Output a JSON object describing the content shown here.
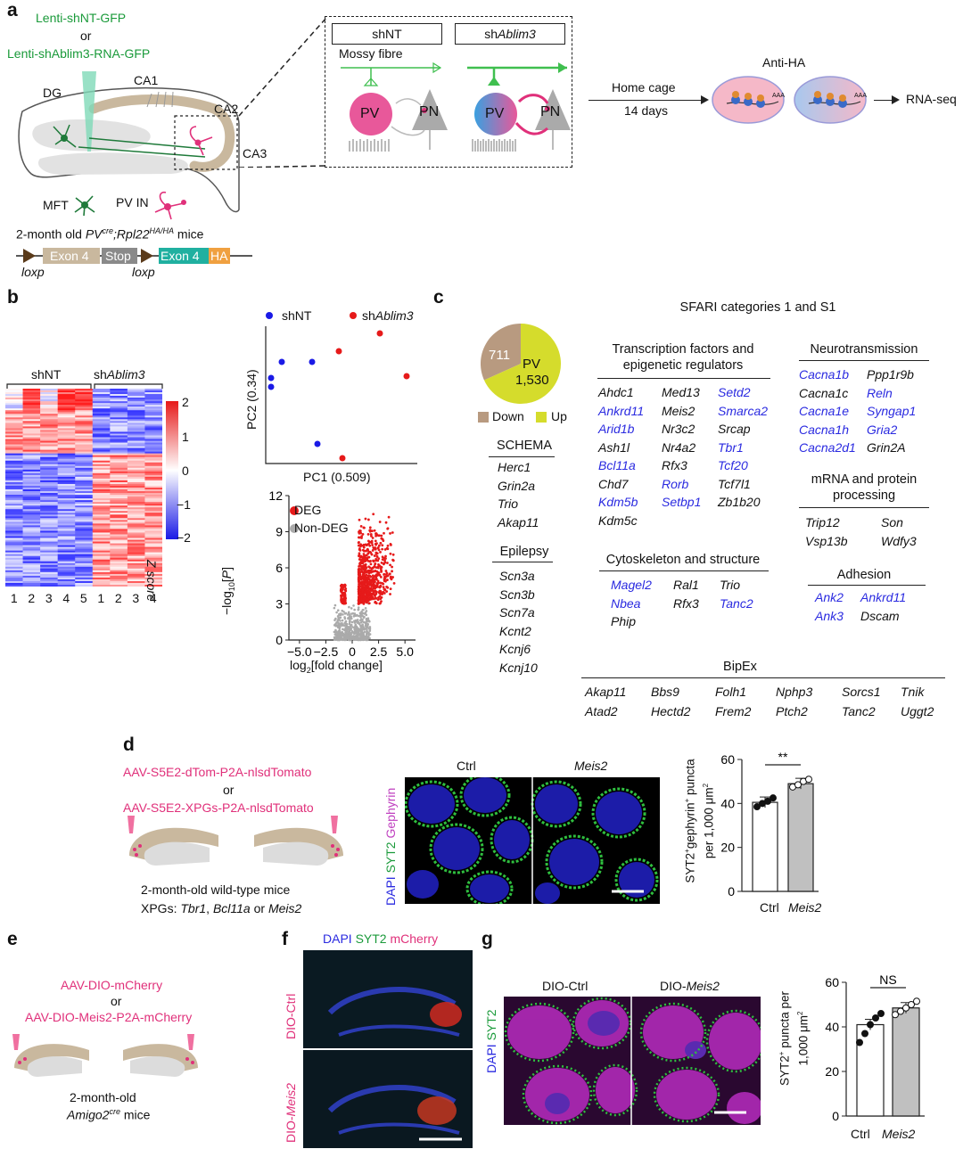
{
  "panels": {
    "a": "a",
    "b": "b",
    "c": "c",
    "d": "d",
    "e": "e",
    "f": "f",
    "g": "g"
  },
  "a": {
    "virus1": "Lenti-shNT-GFP",
    "or": "or",
    "virus2": "Lenti-shAblim3-RNA-GFP",
    "dg": "DG",
    "ca1": "CA1",
    "ca2": "CA2",
    "ca3": "CA3",
    "mft": "MFT",
    "pvin": "PV IN",
    "mice_pre": "2-month old ",
    "mice_pv": "PV",
    "mice_cre": "cre",
    "mice_mid": ";Rpl22",
    "mice_ha": "HA/HA",
    "mice_post": " mice",
    "exon4": "Exon 4",
    "stop": "Stop",
    "exon4b": "Exon 4",
    "ha": "HA",
    "loxp1": "loxp",
    "loxp2": "loxp",
    "box_shnt": "shNT",
    "box_sh_pre": "sh",
    "box_sh_it": "Ablim3",
    "mossy": "Mossy fibre",
    "pv": "PV",
    "pn": "PN",
    "home": "Home cage",
    "days": "14 days",
    "antiha": "Anti-HA",
    "rnaseq": "RNA-seq",
    "aaa": "AAA"
  },
  "b": {
    "shnt": "shNT",
    "sh_pre": "sh",
    "sh_it": "Ablim3",
    "cols": [
      "1",
      "2",
      "3",
      "4",
      "5",
      "1",
      "2",
      "3",
      "4"
    ],
    "scale": [
      "2",
      "1",
      "0",
      "−1",
      "−2"
    ],
    "zscore": "Z score",
    "legend_shnt": "shNT",
    "legend_sh_pre": "sh",
    "legend_sh_it": "Ablim3",
    "pc1": "PC1 (0.509)",
    "pc2": "PC2 (0.34)",
    "volc_y_ticks": [
      "12",
      "9",
      "6",
      "3",
      "0"
    ],
    "volc_x_ticks": [
      "−5.0",
      "−2.5",
      "0",
      "2.5",
      "5.0"
    ],
    "volc_ylabel": "−log10[P]",
    "volc_xlabel": "log2[fold change]",
    "deg": "DEG",
    "nondeg": "Non-DEG",
    "colors": {
      "shnt": "#1a1ae6",
      "sh": "#e61a1a",
      "deg": "#e61a1a",
      "nondeg": "#aaaaaa"
    }
  },
  "c": {
    "pie": {
      "down": 711,
      "up": 1530,
      "up_label": "1,530",
      "pv": "PV",
      "legend_down": "Down",
      "legend_up": "Up",
      "color_down": "#b89a80",
      "color_up": "#d5dc2c"
    },
    "sfari": "SFARI categories 1 and S1",
    "tf_title1": "Transcription factors and",
    "tf_title2": "epigenetic regulators",
    "tf_col1": [
      [
        "Ahdc1",
        "k"
      ],
      [
        "Ankrd11",
        "b"
      ],
      [
        "Arid1b",
        "b"
      ],
      [
        "Ash1l",
        "k"
      ],
      [
        "Bcl11a",
        "b"
      ],
      [
        "Chd7",
        "k"
      ],
      [
        "Kdm5b",
        "b"
      ],
      [
        "Kdm5c",
        "k"
      ]
    ],
    "tf_col2": [
      [
        "Med13",
        "k"
      ],
      [
        "Meis2",
        "k"
      ],
      [
        "Nr3c2",
        "k"
      ],
      [
        "Nr4a2",
        "k"
      ],
      [
        "Rfx3",
        "k"
      ],
      [
        "Rorb",
        "b"
      ],
      [
        "Setbp1",
        "b"
      ]
    ],
    "tf_col3": [
      [
        "Setd2",
        "b"
      ],
      [
        "Smarca2",
        "b"
      ],
      [
        "Srcap",
        "k"
      ],
      [
        "Tbr1",
        "b"
      ],
      [
        "Tcf20",
        "b"
      ],
      [
        "Tcf7l1",
        "k"
      ],
      [
        "Zb1b20",
        "k"
      ]
    ],
    "neuro_title": "Neurotransmission",
    "neuro_col1": [
      [
        "Cacna1b",
        "b"
      ],
      [
        "Cacna1c",
        "k"
      ],
      [
        "Cacna1e",
        "b"
      ],
      [
        "Cacna1h",
        "b"
      ],
      [
        "Cacna2d1",
        "b"
      ]
    ],
    "neuro_col2": [
      [
        "Ppp1r9b",
        "k"
      ],
      [
        "Reln",
        "b"
      ],
      [
        "Syngap1",
        "b"
      ],
      [
        "Gria2",
        "b"
      ],
      [
        "Grin2A",
        "k"
      ]
    ],
    "mrna_title1": "mRNA and protein",
    "mrna_title2": "processing",
    "mrna_col1": [
      [
        "Trip12",
        "k"
      ],
      [
        "Vsp13b",
        "k"
      ]
    ],
    "mrna_col2": [
      [
        "Son",
        "k"
      ],
      [
        "Wdfy3",
        "k"
      ]
    ],
    "schema_title": "SCHEMA",
    "schema": [
      [
        "Herc1",
        "k"
      ],
      [
        "Grin2a",
        "k"
      ],
      [
        "Trio",
        "k"
      ],
      [
        "Akap11",
        "k"
      ]
    ],
    "epi_title": "Epilepsy",
    "epi": [
      [
        "Scn3a",
        "k"
      ],
      [
        "Scn3b",
        "k"
      ],
      [
        "Scn7a",
        "k"
      ],
      [
        "Kcnt2",
        "k"
      ],
      [
        "Kcnj6",
        "k"
      ],
      [
        "Kcnj10",
        "k"
      ]
    ],
    "cyto_title": "Cytoskeleton and structure",
    "cyto_col1": [
      [
        "Magel2",
        "b"
      ],
      [
        "Nbea",
        "b"
      ],
      [
        "Phip",
        "k"
      ]
    ],
    "cyto_col2": [
      [
        "Ral1",
        "k"
      ],
      [
        "Rfx3",
        "k"
      ]
    ],
    "cyto_col3": [
      [
        "Trio",
        "k"
      ],
      [
        "Tanc2",
        "b"
      ]
    ],
    "adh_title": "Adhesion",
    "adh_col1": [
      [
        "Ank2",
        "b"
      ],
      [
        "Ank3",
        "b"
      ]
    ],
    "adh_col2": [
      [
        "Ankrd11",
        "b"
      ],
      [
        "Dscam",
        "k"
      ]
    ],
    "bipex_title": "BipEx",
    "bipex": [
      [
        "Akap11",
        "Atad2"
      ],
      [
        "Bbs9",
        "Hectd2"
      ],
      [
        "Folh1",
        "Frem2"
      ],
      [
        "Nphp3",
        "Ptch2"
      ],
      [
        "Sorcs1",
        "Tanc2"
      ],
      [
        "Tnik",
        "Uggt2"
      ]
    ]
  },
  "d": {
    "v1": "AAV-S5E2-dTom-P2A-nlsdTomato",
    "or": "or",
    "v2": "AAV-S5E2-XPGs-P2A-nlsdTomato",
    "mice": "2-month-old wild-type mice",
    "xpgs_pre": "XPGs: ",
    "xpgs_1": "Tbr1",
    "xpgs_2": ", ",
    "xpgs_3": "Bcl11a",
    "xpgs_4": " or ",
    "xpgs_5": "Meis2",
    "stain_dapi": "DAPI",
    "stain_syt2": "SYT2",
    "stain_geph": "Gephyrin",
    "img_ctrl": "Ctrl",
    "img_meis2": "Meis2",
    "sig": "**",
    "ylabel1": "SYT2+gephyrin+ puncta",
    "ylabel2": "per 1,000 μm2",
    "yticks": [
      "60",
      "40",
      "20",
      "0"
    ],
    "ymax": 60,
    "bars": [
      {
        "label": "Ctrl",
        "value": 40.5,
        "fill": "#ffffff",
        "points": [
          38.5,
          40,
          41,
          42.5
        ]
      },
      {
        "label": "Meis2",
        "value": 49,
        "fill": "#c0c0c0",
        "points": [
          47.5,
          48.5,
          50,
          51
        ]
      }
    ]
  },
  "e": {
    "v1": "AAV-DIO-mCherry",
    "or": "or",
    "v2": "AAV-DIO-Meis2-P2A-mCherry",
    "m1": "2-month-old",
    "m2_pre": "Amigo2",
    "m2_sup": "cre",
    "m2_post": " mice"
  },
  "f": {
    "dapi": "DAPI",
    "syt2": "SYT2",
    "mcherry": "mCherry",
    "ctrl": "DIO-Ctrl",
    "meis_pre": "DIO-",
    "meis_it": "Meis2"
  },
  "g": {
    "ctrl": "DIO-Ctrl",
    "meis_pre": "DIO-",
    "meis_it": "Meis2",
    "dapi": "DAPI",
    "syt2": "SYT2",
    "sig": "NS",
    "ylabel1": "SYT2+ puncta per",
    "ylabel2": "1,000 μm2",
    "yticks": [
      "60",
      "40",
      "20",
      "0"
    ],
    "ymax": 60,
    "bars": [
      {
        "label": "Ctrl",
        "value": 41,
        "fill": "#ffffff",
        "points": [
          33,
          37,
          41,
          44,
          46
        ]
      },
      {
        "label": "Meis2",
        "value": 48.5,
        "fill": "#c0c0c0",
        "points": [
          45.5,
          47,
          48.5,
          50,
          51.5
        ]
      }
    ]
  }
}
